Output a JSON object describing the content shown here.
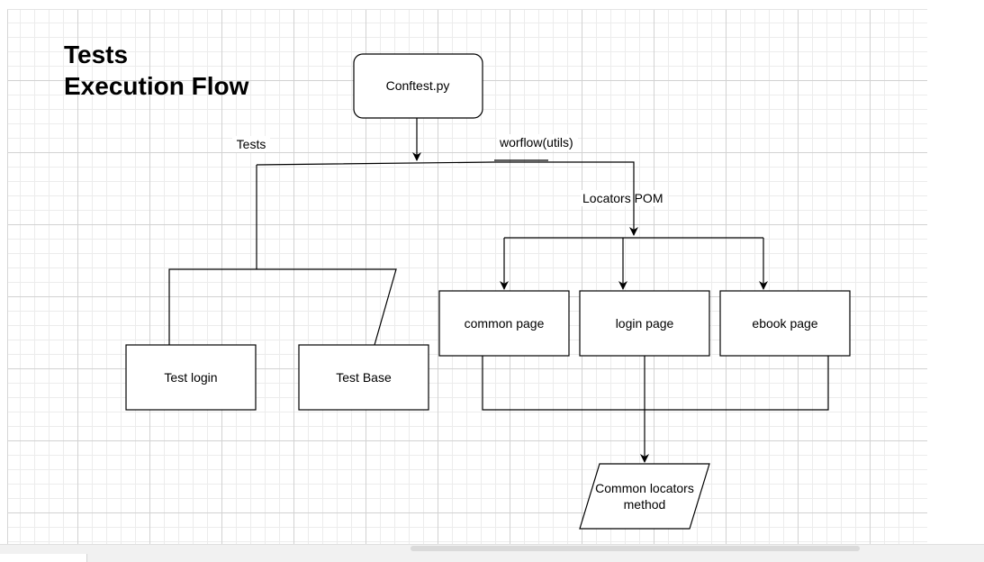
{
  "title": {
    "line1": "Tests",
    "line2": "Execution Flow"
  },
  "nodes": {
    "conftest": "Conftest.py",
    "common_page": "common page",
    "login_page": "login page",
    "ebook_page": "ebook page",
    "test_login": "Test login",
    "test_base": "Test Base",
    "common_locators_line1": "Common locators",
    "common_locators_line2": "method"
  },
  "edge_labels": {
    "tests": "Tests",
    "workflow": "worflow(utils)",
    "locators_pom": "Locators POM"
  },
  "colors": {
    "line": "#000000",
    "node_fill": "#ffffff",
    "grid_major": "#d2d2d2",
    "grid_minor": "#ececec"
  }
}
